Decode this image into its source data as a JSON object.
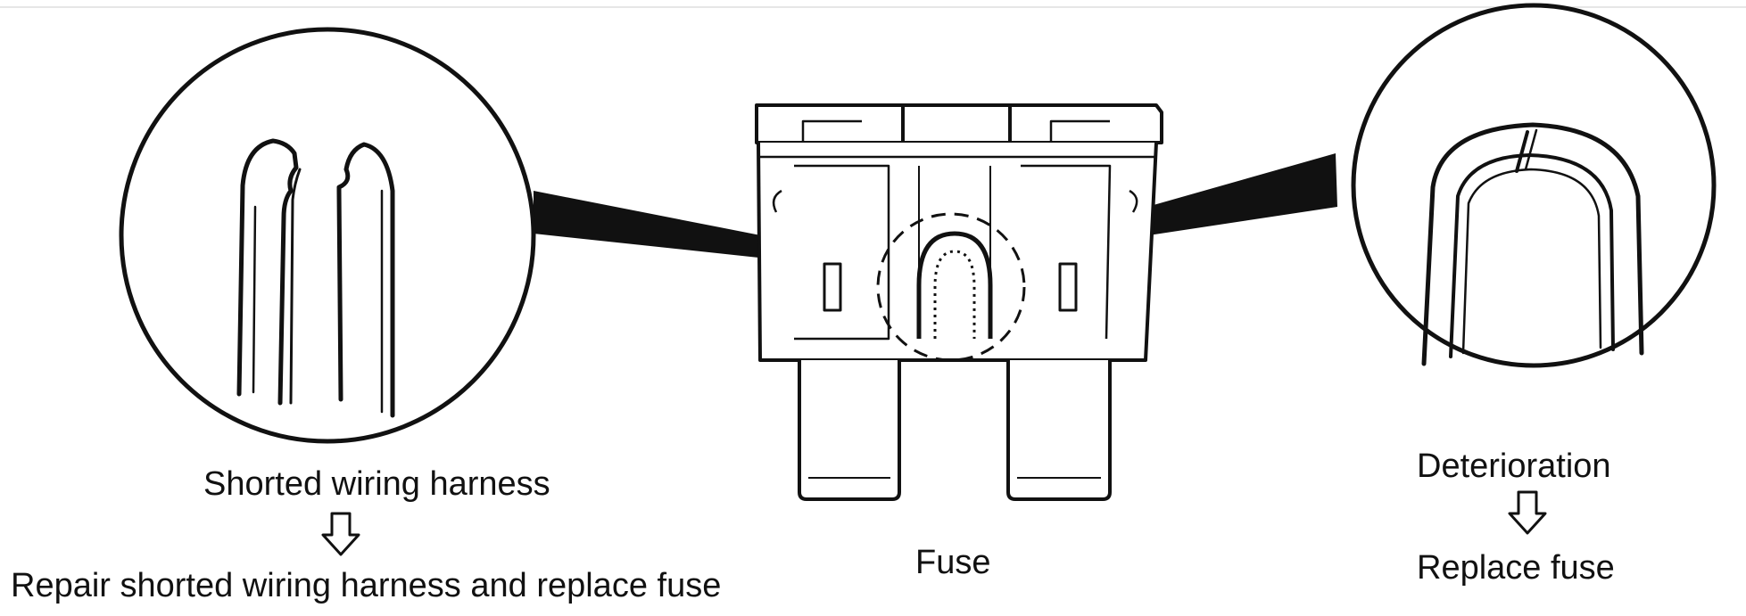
{
  "diagram": {
    "left_callout": {
      "condition": "Shorted wiring harness",
      "action": "Repair shorted wiring harness and replace fuse",
      "arrow_icon": "down-arrow-icon"
    },
    "center": {
      "label": "Fuse"
    },
    "right_callout": {
      "condition": "Deterioration",
      "action": "Replace fuse",
      "arrow_icon": "down-arrow-icon"
    },
    "colors": {
      "line": "#111111",
      "background": "#ffffff"
    }
  }
}
